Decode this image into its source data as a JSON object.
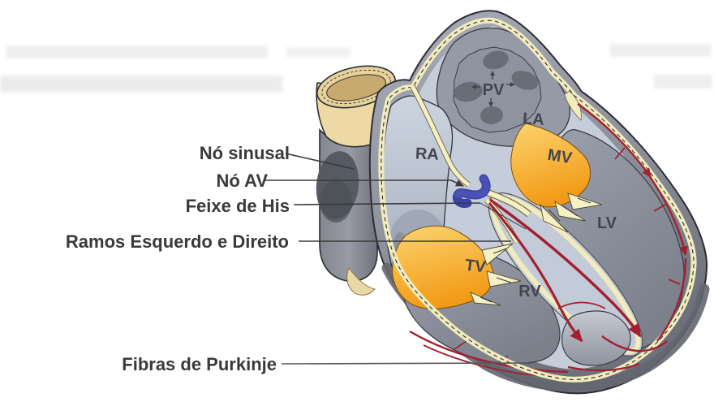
{
  "figure": {
    "title": "heart conduction system diagram",
    "labels": {
      "sinus_node": "Nó sinusal",
      "av_node": "Nó AV",
      "bundle_of_his": "Feixe de His",
      "bundle_branches": "Ramos Esquerdo e Direito",
      "purkinje_fibers": "Fibras de Purkinje"
    },
    "abbreviations": {
      "pv": "PV",
      "la": "LA",
      "ra": "RA",
      "mv": "MV",
      "lv": "LV",
      "tv": "TV",
      "rv": "RV"
    },
    "colors": {
      "background": "#ffffff",
      "epicardium_band": "#f1ebbd",
      "myocardium_gray": "#8e919c",
      "chamber_blue_gray": "#c5cdda",
      "atrium_gray": "#8e93a0",
      "valve_orange": "#f29b16",
      "chordae_cream": "#f7f0c4",
      "conduction_red": "#a22130",
      "av_node_blue": "#4a53b4",
      "sa_node_gray": "#565a62",
      "vessel_tan": "#eed9a5",
      "label_text": "#3a3a3a"
    }
  }
}
